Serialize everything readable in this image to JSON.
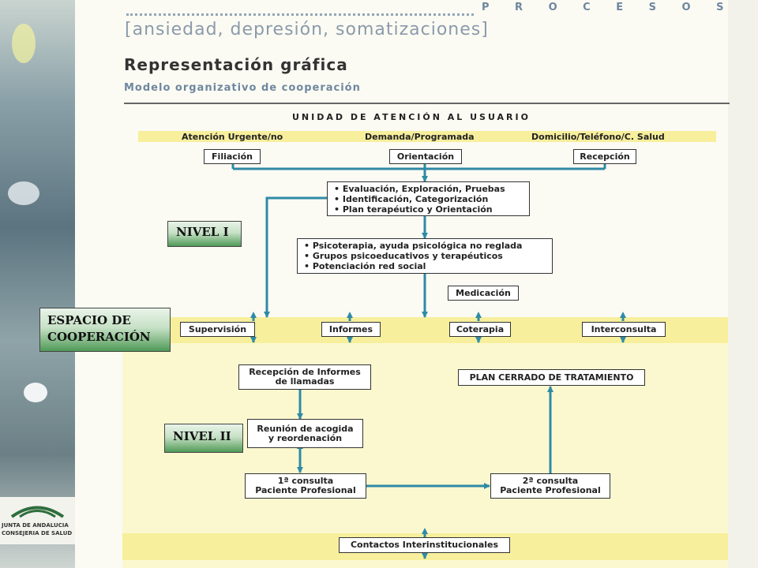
{
  "header": {
    "section": "P R O C E S O S",
    "subtitle": "[ansiedad, depresión, somatizaciones]"
  },
  "page": {
    "title": "Representación gráfica",
    "subtitle": "Modelo organizativo de cooperación"
  },
  "diagram": {
    "unit_title": "UNIDAD DE ATENCIÓN AL USUARIO",
    "categories": [
      "Atención Urgente/no",
      "Demanda/Programada",
      "Domicilio/Teléfono/C. Salud"
    ],
    "intake_boxes": [
      "Filiación",
      "Orientación",
      "Recepción"
    ],
    "evaluation_items": [
      "• Evaluación, Exploración, Pruebas",
      "• Identificación, Categorización",
      "• Plan terapéutico y Orientación"
    ],
    "therapy_items": [
      "• Psicoterapia, ayuda psicológica no reglada",
      "• Grupos psicoeducativos y terapéuticos",
      "• Potenciación red social"
    ],
    "medication": "Medicación",
    "cooperation_boxes": [
      "Supervisión",
      "Informes",
      "Coterapia",
      "Interconsulta"
    ],
    "reception_reports": [
      "Recepción de Informes",
      "de llamadas"
    ],
    "welcome_meeting": [
      "Reunión de acogida",
      "y reordenación"
    ],
    "first_consult": [
      "1ª consulta",
      "Paciente Profesional"
    ],
    "second_consult": [
      "2ª consulta",
      "Paciente Profesional"
    ],
    "closed_plan": "PLAN CERRADO DE TRATAMIENTO",
    "institutional_contacts": "Contactos Interinstitucionales"
  },
  "labels": {
    "level1": "NIVEL I",
    "cooperation_space": [
      "ESPACIO DE",
      "COOPERACIÓN"
    ],
    "level2": "NIVEL II"
  },
  "logo": {
    "line1": "JUNTA DE ANDALUCIA",
    "line2": "CONSEJERIA DE SALUD"
  },
  "colors": {
    "band": "#f7ef9c",
    "arrow": "#2f8aa6",
    "label_green": "#4f9a57",
    "header_blue": "#6f86a0"
  }
}
